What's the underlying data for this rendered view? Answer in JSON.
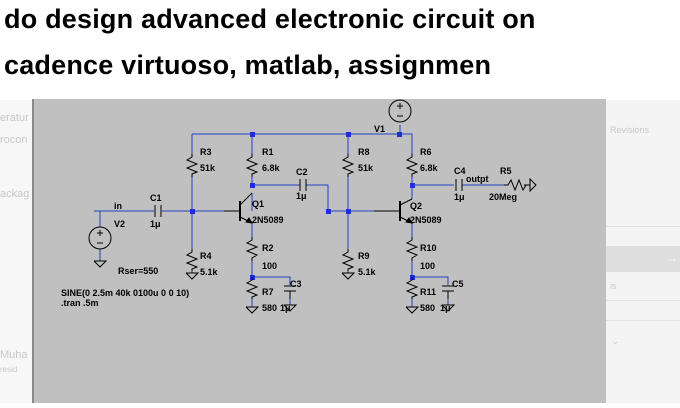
{
  "title": {
    "line1": "do design advanced electronic circuit on",
    "line2": "cadence virtuoso, matlab, assignmen"
  },
  "background": {
    "left_texts": [
      "eratur",
      "rocon",
      "ackag",
      "Muha",
      "resid"
    ],
    "right_texts": [
      "Revisions",
      "→",
      "is"
    ]
  },
  "schematic": {
    "source_v1": "V1",
    "source_v2": "V2",
    "input_label": "in",
    "output_label": "outpt",
    "r1": "R1",
    "r1_val": "6.8k",
    "r2": "R2",
    "r2_val": "100",
    "r3": "R3",
    "r3_val": "51k",
    "r4": "R4",
    "r4_val": "5.1k",
    "r5": "R5",
    "r5_val": "20Meg",
    "r6": "R6",
    "r6_val": "6.8k",
    "r7": "R7",
    "r7_val": "580",
    "r8": "R8",
    "r8_val": "51k",
    "r9": "R9",
    "r9_val": "5.1k",
    "r10": "R10",
    "r10_val": "100",
    "r11": "R11",
    "r11_val": "580",
    "c1": "C1",
    "c1_val": "1μ",
    "c2": "C2",
    "c2_val": "1μ",
    "c3": "C3",
    "c3_val": "1μ",
    "c4": "C4",
    "c4_val": "1μ",
    "c5": "C5",
    "c5_val": "1μ",
    "q1": "Q1",
    "q1_model": "2N5089",
    "q2": "Q2",
    "q2_model": "2N5089",
    "rser": "Rser=550",
    "sine": "SINE(0 2.5m 40k 0100u 0 0 10)",
    "tran": ".tran .5m"
  },
  "colors": {
    "wire": "#1f3fbf",
    "junction": "#1c2fd8",
    "panel": "#c0c0c0",
    "component": "#000000"
  }
}
